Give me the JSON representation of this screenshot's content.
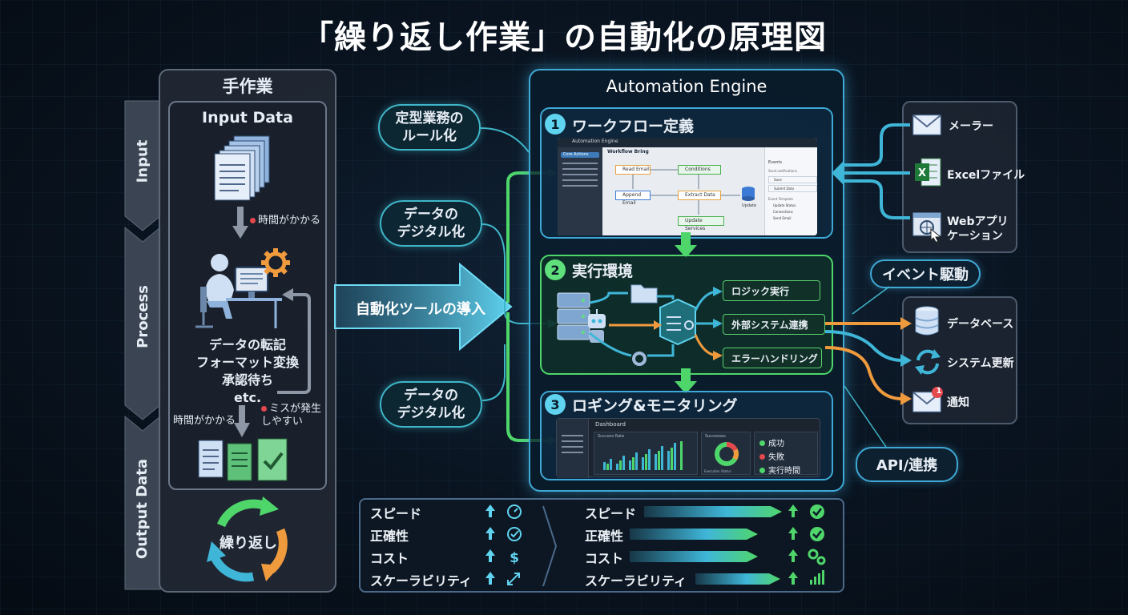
{
  "title": "「繰り返し作業」の自動化の原理図",
  "side_labels": [
    "Input",
    "Process",
    "Output Data"
  ],
  "manual": {
    "title": "手作業",
    "input_title": "Input Data",
    "time_note_1": "時間がかかる",
    "tasks": [
      "データの転記",
      "フォーマット変換",
      "承認待ち",
      "etc."
    ],
    "time_note_2": "時間がかかる",
    "error_note": "ミスが発生\nしやすい",
    "repeat_label": "繰り返し"
  },
  "bubbles": {
    "rules": "定型業務の\nルール化",
    "digital_1": "データの\nデジタル化",
    "digital_2": "データの\nデジタル化"
  },
  "tool_intro": "自動化ツールの導入",
  "engine": {
    "title": "Automation Engine",
    "stage1": {
      "num": "1",
      "title": "ワークフロー定義",
      "mock": {
        "app_name": "Automation Engine",
        "header": "Workflow Bring",
        "sidebar_first": "Core Actions",
        "nodes": [
          "Read Email",
          "Conditions",
          "Append Email",
          "Extract Data",
          "Update Services"
        ],
        "db_label": "Update",
        "right_title": "Events",
        "right_sub": "Send notifications",
        "right_items": [
          "Save",
          "Submit Data"
        ],
        "right_sub2": "Event Template",
        "right_items2": [
          "Update Status",
          "Connections",
          "Send Email"
        ]
      }
    },
    "stage2": {
      "num": "2",
      "title": "実行環境",
      "outputs": [
        "ロジック実行",
        "外部システム連携",
        "エラーハンドリング"
      ]
    },
    "stage3": {
      "num": "3",
      "title": "ロギング&モニタリング",
      "mock": {
        "header": "Dashboard",
        "panel1": "Success Rate",
        "panel2": "Successes",
        "donut_caption": "Execution Status",
        "legend": [
          "成功",
          "失敗",
          "実行時間"
        ]
      }
    }
  },
  "right": {
    "sources": [
      "メーラー",
      "Excelファイル",
      "Webアプリ\nケーション"
    ],
    "event_pill": "イベント駆動",
    "targets": [
      "データベース",
      "システム更新",
      "通知"
    ],
    "notify_badge": "1",
    "api_pill": "API/連携"
  },
  "compare": {
    "items": [
      "スピード",
      "正確性",
      "コスト",
      "スケーラビリティ"
    ]
  },
  "colors": {
    "green": "#4fd66b",
    "cyan": "#3fb6d8",
    "orange": "#f09a3e",
    "blue": "#3fa9d6"
  }
}
